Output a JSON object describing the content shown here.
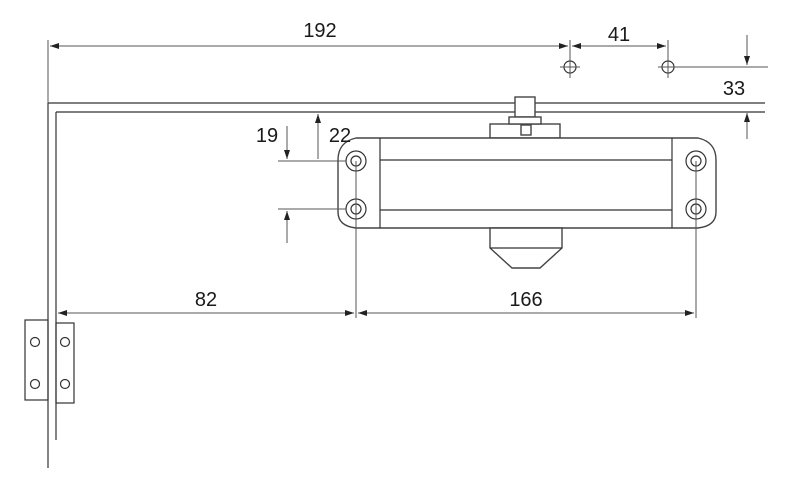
{
  "dimensions": {
    "top_length": "192",
    "hole_spacing": "41",
    "hole_offset": "33",
    "left_offset": "82",
    "body_hole_spacing": "166",
    "offset_19": "19",
    "offset_22": "22"
  }
}
